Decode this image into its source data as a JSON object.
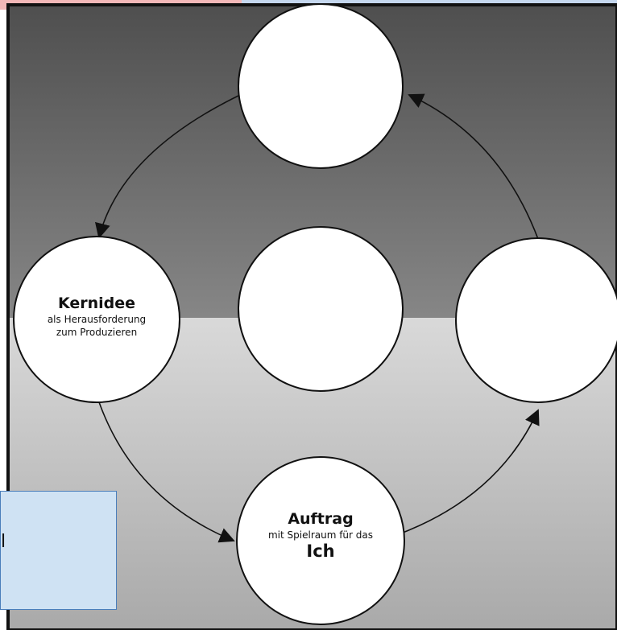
{
  "diagram": {
    "circles": {
      "top": {
        "label": ""
      },
      "center": {
        "label": ""
      },
      "right": {
        "label": ""
      },
      "left": {
        "title": "Kernidee",
        "line1": "als Herausforderung",
        "line2": "zum Produzieren"
      },
      "bottom": {
        "title": "Auftrag",
        "line1": "mit Spielraum für das",
        "emphasis": "Ich"
      }
    },
    "arrows": [
      "top-to-left",
      "left-to-bottom",
      "bottom-to-right",
      "right-to-top"
    ]
  },
  "overlay_note": {
    "text": "l"
  },
  "colors": {
    "photo_top": "#6f6f6f",
    "photo_bottom": "#c9c9c9",
    "frame": "#111111",
    "note_fill": "#cfe2f3",
    "note_border": "#4a7ebb",
    "accent_red": "#f2b7b7",
    "accent_blue": "#c5d7ee"
  }
}
